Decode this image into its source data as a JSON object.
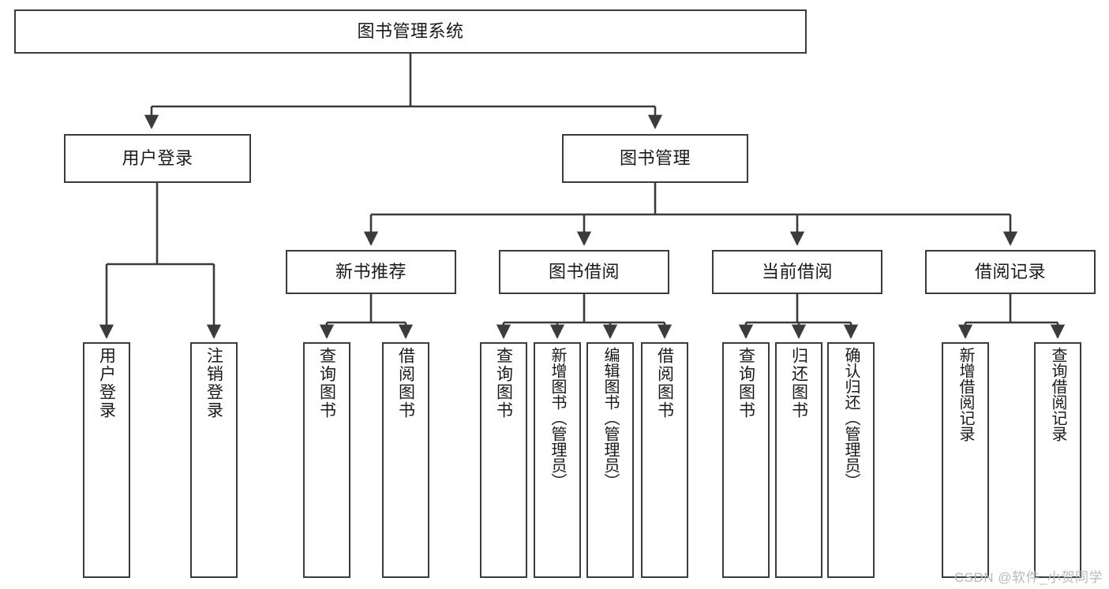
{
  "diagram": {
    "title": "图书管理系统",
    "type": "tree-hierarchy-diagram",
    "colors": {
      "background": "#ffffff",
      "node_border": "#3b3b3b",
      "node_fill": "#ffffff",
      "edge": "#3b3b3b",
      "text": "#1a1a1a",
      "watermark": "#b9b9b9"
    },
    "root": {
      "label": "图书管理系统"
    },
    "level2": [
      {
        "label": "用户登录"
      },
      {
        "label": "图书管理"
      }
    ],
    "level3": [
      {
        "label": "新书推荐"
      },
      {
        "label": "图书借阅"
      },
      {
        "label": "当前借阅"
      },
      {
        "label": "借阅记录"
      }
    ],
    "leaves_user_login": [
      {
        "label": "用户登录"
      },
      {
        "label": "注销登录"
      }
    ],
    "leaves_new_book": [
      {
        "label": "查询图书"
      },
      {
        "label": "借阅图书"
      }
    ],
    "leaves_borrow": [
      {
        "label": "查询图书"
      },
      {
        "label": "新增图书（管理员）"
      },
      {
        "label": "编辑图书（管理员）"
      },
      {
        "label": "借阅图书"
      }
    ],
    "leaves_current": [
      {
        "label": "查询图书"
      },
      {
        "label": "归还图书"
      },
      {
        "label": "确认归还（管理员）"
      }
    ],
    "leaves_record": [
      {
        "label": "新增借阅记录"
      },
      {
        "label": "查询借阅记录"
      }
    ]
  },
  "watermark": {
    "text": "CSDN @软件_小贺同学"
  }
}
